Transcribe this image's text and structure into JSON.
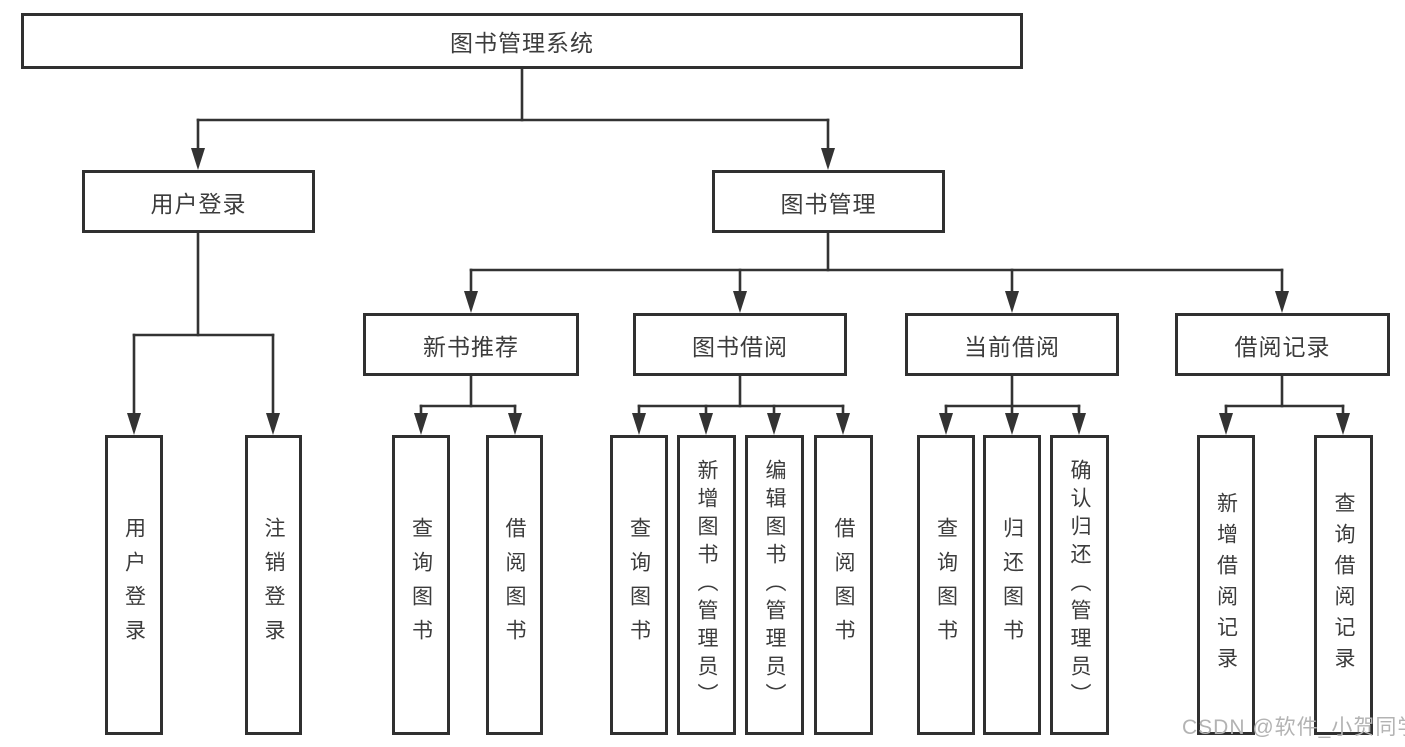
{
  "colors": {
    "line": "#333333",
    "box_border": "#303030",
    "text": "#3c3c3c",
    "watermark": "#b3b3b3"
  },
  "nodes": {
    "root": "图书管理系统",
    "user_login": "用户登录",
    "book_management": "图书管理",
    "new_book_recommend": "新书推荐",
    "book_borrow": "图书借阅",
    "current_borrow": "当前借阅",
    "borrow_record": "借阅记录",
    "user_login_leaf": "用户登录",
    "logout_leaf": "注销登录",
    "rec_query_book": "查询图书",
    "rec_borrow_book": "借阅图书",
    "bb_query_book": "查询图书",
    "bb_add_book": "新增图书（管理员）",
    "bb_edit_book": "编辑图书（管理员）",
    "bb_borrow_book": "借阅图书",
    "cb_query_book": "查询图书",
    "cb_return_book": "归还图书",
    "cb_confirm_return": "确认归还（管理员）",
    "br_add_record": "新增借阅记录",
    "br_query_record": "查询借阅记录"
  },
  "watermark": "CSDN @软件_小贺同学"
}
